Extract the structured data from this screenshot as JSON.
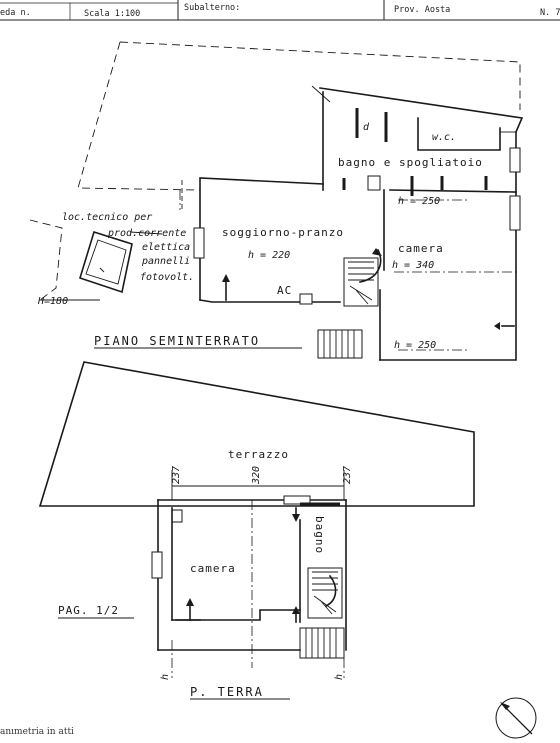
{
  "header": {
    "sheet_label": "eda n.",
    "scale_label": "Scala 1:100",
    "subaltern_label": "Subalterno:",
    "province_label": "Prov. Aosta",
    "number_label": "N. 7"
  },
  "plan": {
    "semi": {
      "title": "PIANO SEMINTERRATO",
      "rooms": {
        "wc": "w.c.",
        "d": "d",
        "bagno": "bagno e spogliatoio",
        "soggiorno": "soggiorno-pranzo",
        "soggiorno_h": "h = 220",
        "ac": "AC",
        "camera": "camera",
        "h250_top": "h  = 250",
        "h340": "h  = 340",
        "h250_bottom": "h  = 250"
      },
      "annex": {
        "line1": "loc.tecnico per",
        "line2": "prod.corrente",
        "line3": "elettica",
        "line4": "pannelli",
        "line5": "fotovolt.",
        "height": "H=180"
      }
    },
    "ground": {
      "title": "P. TERRA",
      "terrazzo": "terrazzo",
      "camera": "camera",
      "bagno": "bagno",
      "dim_237_left": "237",
      "dim_320": "320",
      "dim_237_right": "237",
      "h_left": "h",
      "h_right": "h"
    },
    "page": "PAG. 1/2"
  },
  "footer": {
    "text": "anımetria in atti"
  }
}
